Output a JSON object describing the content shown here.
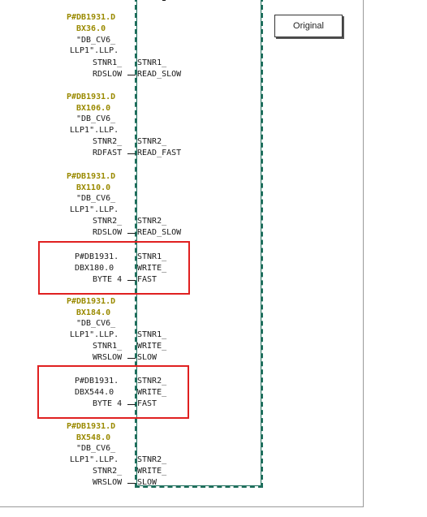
{
  "button": {
    "label": "Original"
  },
  "params": [
    {
      "lines": [
        "P#DB1931.D",
        "BX36.0"
      ],
      "addr": true,
      "sym": [
        "\"DB_CV6_",
        "LLP1\".LLP.",
        "STNR1_",
        "RDSLOW"
      ],
      "pin": [
        "STNR1_",
        "READ_SLOW"
      ]
    },
    {
      "lines": [
        "P#DB1931.D",
        "BX106.0"
      ],
      "addr": true,
      "sym": [
        "\"DB_CV6_",
        "LLP1\".LLP.",
        "STNR2_",
        "RDFAST"
      ],
      "pin": [
        "STNR2_",
        "READ_FAST"
      ]
    },
    {
      "lines": [
        "P#DB1931.D",
        "BX110.0"
      ],
      "addr": true,
      "sym": [
        "\"DB_CV6_",
        "LLP1\".LLP.",
        "STNR2_",
        "RDSLOW"
      ],
      "pin": [
        "STNR2_",
        "READ_SLOW"
      ]
    },
    {
      "lines": [],
      "addr": false,
      "sym": [
        "P#DB1931.",
        "DBX180.0",
        "BYTE 4"
      ],
      "pin": [
        "STNR1_",
        "WRITE_",
        "FAST"
      ]
    },
    {
      "lines": [
        "P#DB1931.D",
        "BX184.0"
      ],
      "addr": true,
      "sym": [
        "\"DB_CV6_",
        "LLP1\".LLP.",
        "STNR1_",
        "WRSLOW"
      ],
      "pin": [
        "STNR1_",
        "WRITE_",
        "SLOW"
      ]
    },
    {
      "lines": [],
      "addr": false,
      "sym": [
        "P#DB1931.",
        "DBX544.0",
        "BYTE 4"
      ],
      "pin": [
        "STNR2_",
        "WRITE_",
        "FAST"
      ]
    },
    {
      "lines": [
        "P#DB1931.D",
        "BX548.0"
      ],
      "addr": true,
      "sym": [
        "\"DB_CV6_",
        "LLP1\".LLP.",
        "STNR2_",
        "WRSLOW"
      ],
      "pin": [
        "STNR2_",
        "WRITE_",
        "SLOW"
      ]
    }
  ],
  "colors": {
    "address": "#9a8a00",
    "block_border": "#1e6e5c",
    "highlight": "#e02020"
  }
}
